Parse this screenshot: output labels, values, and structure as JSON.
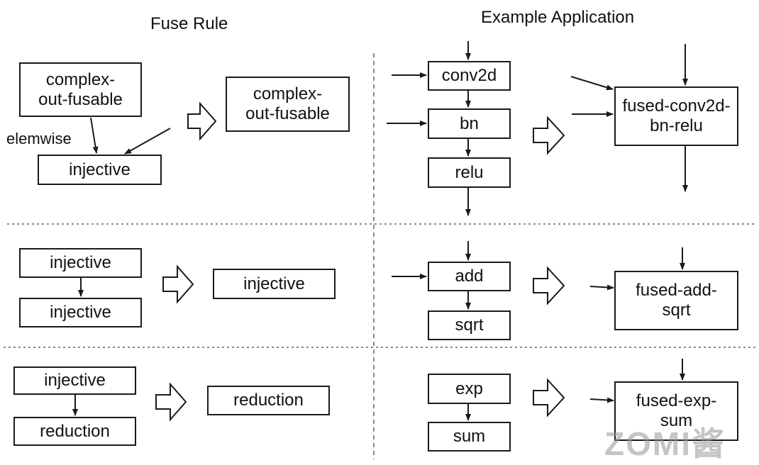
{
  "headers": {
    "fuse_rule": "Fuse Rule",
    "example_application": "Example Application"
  },
  "rule1": {
    "source_top": "complex-\nout-fusable",
    "edge_label": "elemwise",
    "source_bottom": "injective",
    "result": "complex-\nout-fusable"
  },
  "rule2": {
    "source_top": "injective",
    "source_bottom": "injective",
    "result": "injective"
  },
  "rule3": {
    "source_top": "injective",
    "source_bottom": "reduction",
    "result": "reduction"
  },
  "example1": {
    "op1": "conv2d",
    "op2": "bn",
    "op3": "relu",
    "fused": "fused-conv2d-\nbn-relu"
  },
  "example2": {
    "op1": "add",
    "op2": "sqrt",
    "fused": "fused-add-\nsqrt"
  },
  "example3": {
    "op1": "exp",
    "op2": "sum",
    "fused": "fused-exp-\nsum"
  },
  "watermark": "ZOMI酱",
  "colors": {
    "stroke": "#1a1a1a",
    "divider": "#8a8a8a",
    "watermark": "#969696"
  }
}
